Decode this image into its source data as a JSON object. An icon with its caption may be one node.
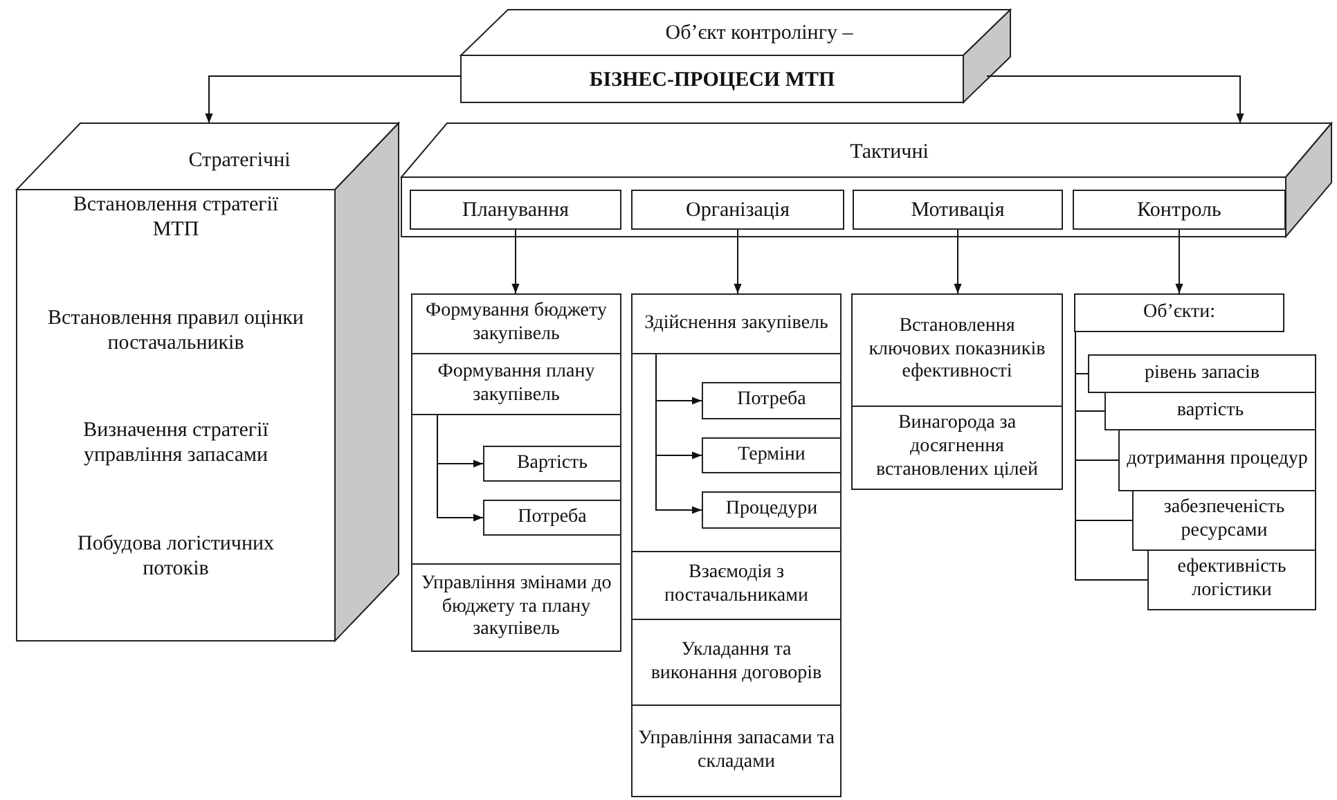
{
  "diagram": {
    "nodes": [
      {
        "text": [
          "Об’єкт контролінгу –",
          "БІЗНЕС-ПРОЦЕСИ МТП"
        ]
      },
      {
        "text": [
          "Стратегічні",
          "Встановлення стратегії МТП",
          "Встановлення правил оцінки постачальників",
          "Визначення стратегії управління запасами",
          "Побудова логістичних потоків"
        ]
      },
      {
        "text": [
          "Тактичні"
        ]
      },
      {
        "text": [
          "Планування"
        ],
        "in": 2
      },
      {
        "text": [
          "Організація"
        ],
        "in": 2
      },
      {
        "text": [
          "Мотивація"
        ],
        "in": 2
      },
      {
        "text": [
          "Контроль"
        ],
        "in": 2
      },
      {
        "text": [
          "Формування бюджету закупівель"
        ]
      },
      {
        "text": [
          "Формування плану закупівель"
        ]
      },
      {
        "text": [
          "Вартість"
        ]
      },
      {
        "text": [
          "Потреба"
        ]
      },
      {
        "text": [
          "Управління змінами до бюджету та плану закупівель"
        ]
      },
      {
        "text": [
          "Здійснення закупівель"
        ]
      },
      {
        "text": [
          "Потреба"
        ]
      },
      {
        "text": [
          "Терміни"
        ]
      },
      {
        "text": [
          "Процедури"
        ]
      },
      {
        "text": [
          "Взаємодія з постачальниками"
        ]
      },
      {
        "text": [
          "Укладання та виконання договорів"
        ]
      },
      {
        "text": [
          "Управління запасами та складами"
        ]
      },
      {
        "text": [
          "Встановлення ключових показників ефективності"
        ]
      },
      {
        "text": [
          "Винагорода за досягнення встановлених цілей"
        ]
      },
      {
        "text": [
          "Об’єкти:"
        ]
      },
      {
        "text": [
          "рівень запасів"
        ]
      },
      {
        "text": [
          "вартість"
        ]
      },
      {
        "text": [
          "дотримання процедур"
        ]
      },
      {
        "text": [
          "забезпеченість ресурсами"
        ]
      },
      {
        "text": [
          "ефективність логістики"
        ]
      }
    ],
    "edges": [
      {
        "from": 0,
        "to": 1,
        "arrow": "to"
      },
      {
        "from": 0,
        "to": 2,
        "arrow": "to"
      },
      {
        "from": 3,
        "to": 7,
        "arrow": "to"
      },
      {
        "from": 4,
        "to": 12,
        "arrow": "to"
      },
      {
        "from": 5,
        "to": 19,
        "arrow": "to"
      },
      {
        "from": 6,
        "to": 21,
        "arrow": "to"
      },
      {
        "from": 8,
        "to": 9,
        "arrow": "to"
      },
      {
        "from": 8,
        "to": 10,
        "arrow": "to"
      },
      {
        "from": 12,
        "to": 13,
        "arrow": "to"
      },
      {
        "from": 12,
        "to": 14,
        "arrow": "to"
      },
      {
        "from": 12,
        "to": 15,
        "arrow": "to"
      },
      {
        "from": 21,
        "to": 22,
        "arrow": "none"
      },
      {
        "from": 21,
        "to": 23,
        "arrow": "none"
      },
      {
        "from": 21,
        "to": 24,
        "arrow": "none"
      },
      {
        "from": 21,
        "to": 25,
        "arrow": "none"
      },
      {
        "from": 21,
        "to": 26,
        "arrow": "none"
      }
    ]
  }
}
